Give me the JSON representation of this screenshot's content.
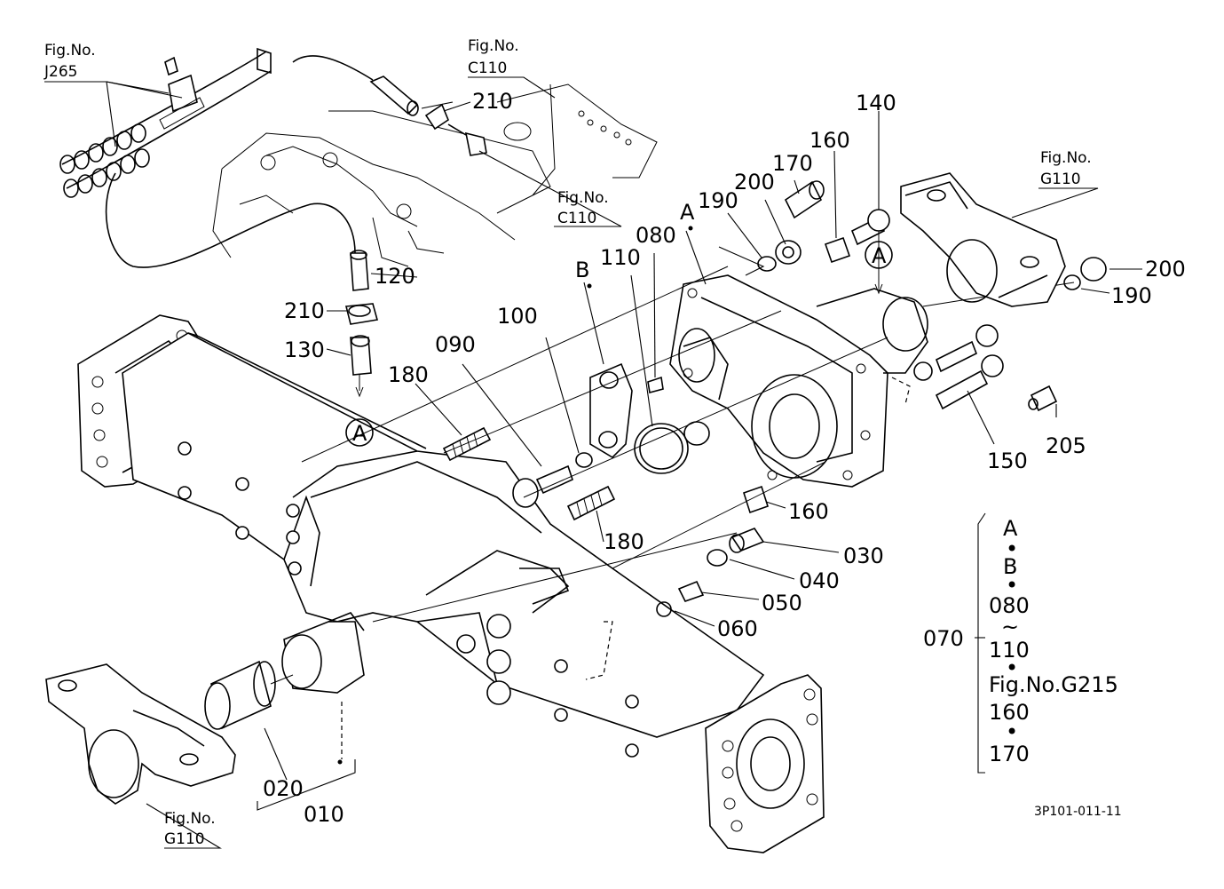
{
  "references": {
    "j265": [
      "Fig.No.",
      "J265"
    ],
    "c110_top": [
      "Fig.No.",
      "C110"
    ],
    "c110_mid": [
      "Fig.No.",
      "C110"
    ],
    "g110_right": [
      "Fig.No.",
      "G110"
    ],
    "g110_bottom": [
      "Fig.No.",
      "G110"
    ]
  },
  "parts": {
    "p210a": "210",
    "p210b": "210",
    "p120": "120",
    "p130": "130",
    "p180a": "180",
    "p180b": "180",
    "p090": "090",
    "p100": "100",
    "p110": "110",
    "p080": "080",
    "p190a": "190",
    "p200a": "200",
    "p170": "170",
    "p160a": "160",
    "p160b": "160",
    "p140": "140",
    "p200b": "200",
    "p190b": "190",
    "p150": "150",
    "p205": "205",
    "p030": "030",
    "p040": "040",
    "p050": "050",
    "p060": "060",
    "p020": "020",
    "p010": "010",
    "p070": "070"
  },
  "markers": {
    "a_top": "A",
    "b_top": "B",
    "a_circle_left": "A",
    "a_circle_right": "A"
  },
  "kit": {
    "items": [
      "A",
      "B",
      "080",
      "110",
      "Fig.No.G215",
      "160",
      "170"
    ],
    "range_symbol": "~",
    "dot": "•"
  },
  "drawing_code": "3P101-011-11"
}
